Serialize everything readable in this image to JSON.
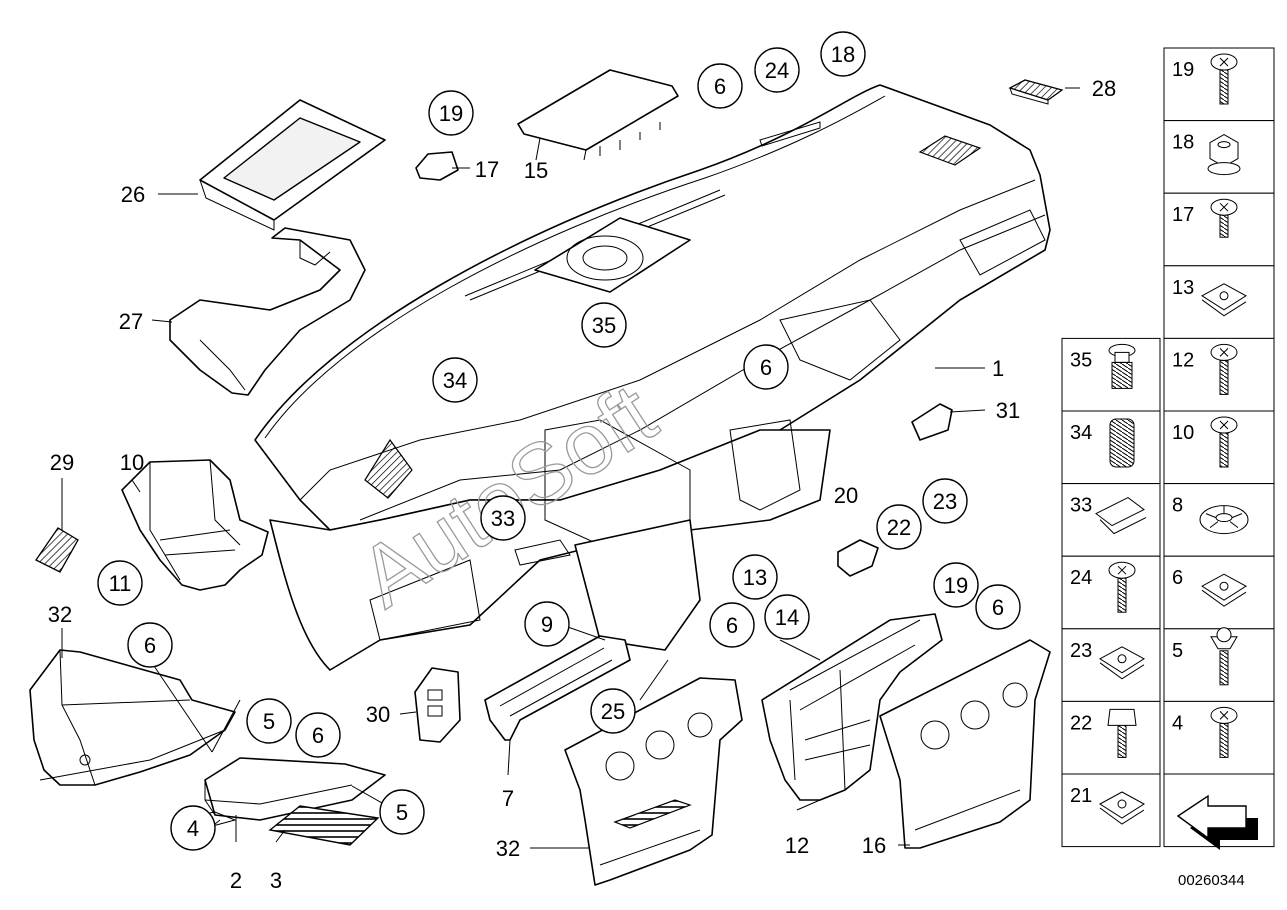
{
  "diagram_code": "00260344",
  "watermark": "AutoSoft",
  "callouts": [
    {
      "id": "c1",
      "text": "1",
      "circled": false
    },
    {
      "id": "c2",
      "text": "2",
      "circled": false
    },
    {
      "id": "c3",
      "text": "3",
      "circled": false
    },
    {
      "id": "c4",
      "text": "4",
      "circled": true
    },
    {
      "id": "c5a",
      "text": "5",
      "circled": true
    },
    {
      "id": "c5b",
      "text": "5",
      "circled": true
    },
    {
      "id": "c6a",
      "text": "6",
      "circled": true
    },
    {
      "id": "c6b",
      "text": "6",
      "circled": true
    },
    {
      "id": "c6c",
      "text": "6",
      "circled": true
    },
    {
      "id": "c6d",
      "text": "6",
      "circled": true
    },
    {
      "id": "c6e",
      "text": "6",
      "circled": true
    },
    {
      "id": "c6f",
      "text": "6",
      "circled": true
    },
    {
      "id": "c7",
      "text": "7",
      "circled": false
    },
    {
      "id": "c8",
      "text": "8",
      "circled": true
    },
    {
      "id": "c9",
      "text": "9",
      "circled": false
    },
    {
      "id": "c10",
      "text": "10",
      "circled": true
    },
    {
      "id": "c11",
      "text": "11",
      "circled": false
    },
    {
      "id": "c12",
      "text": "12",
      "circled": true
    },
    {
      "id": "c13",
      "text": "13",
      "circled": true
    },
    {
      "id": "c14",
      "text": "14",
      "circled": false
    },
    {
      "id": "c15",
      "text": "15",
      "circled": false
    },
    {
      "id": "c16",
      "text": "16",
      "circled": false
    },
    {
      "id": "c17",
      "text": "17",
      "circled": true
    },
    {
      "id": "c18",
      "text": "18",
      "circled": true
    },
    {
      "id": "c19",
      "text": "19",
      "circled": true
    },
    {
      "id": "c20",
      "text": "20",
      "circled": false
    },
    {
      "id": "c21",
      "text": "21",
      "circled": true
    },
    {
      "id": "c22",
      "text": "22",
      "circled": true
    },
    {
      "id": "c23",
      "text": "23",
      "circled": true
    },
    {
      "id": "c24",
      "text": "24",
      "circled": true
    },
    {
      "id": "c25",
      "text": "25",
      "circled": false
    },
    {
      "id": "c26",
      "text": "26",
      "circled": false
    },
    {
      "id": "c27",
      "text": "27",
      "circled": false
    },
    {
      "id": "c28",
      "text": "28",
      "circled": false
    },
    {
      "id": "c29",
      "text": "29",
      "circled": false
    },
    {
      "id": "c30",
      "text": "30",
      "circled": false
    },
    {
      "id": "c31",
      "text": "31",
      "circled": false
    },
    {
      "id": "c32",
      "text": "32",
      "circled": false
    },
    {
      "id": "c33",
      "text": "33",
      "circled": true
    },
    {
      "id": "c34",
      "text": "34",
      "circled": true
    },
    {
      "id": "c35",
      "text": "35",
      "circled": true
    }
  ],
  "hardware_table": [
    {
      "left": {
        "label": "",
        "icon": "empty"
      },
      "right": {
        "label": "19",
        "icon": "screw-pan-head-icon"
      }
    },
    {
      "left": {
        "label": "",
        "icon": "empty"
      },
      "right": {
        "label": "18",
        "icon": "hex-collar-nut-icon"
      }
    },
    {
      "left": {
        "label": "",
        "icon": "empty"
      },
      "right": {
        "label": "17",
        "icon": "collar-bolt-icon"
      }
    },
    {
      "left": {
        "label": "",
        "icon": "empty"
      },
      "right": {
        "label": "13",
        "icon": "speed-nut-icon"
      }
    },
    {
      "left": {
        "label": "35",
        "icon": "expanding-rivet-icon"
      },
      "right": {
        "label": "12",
        "icon": "screw-pan-head-icon"
      }
    },
    {
      "left": {
        "label": "34",
        "icon": "plastic-nut-icon"
      },
      "right": {
        "label": "10",
        "icon": "screw-washer-head-icon"
      }
    },
    {
      "left": {
        "label": "33",
        "icon": "spring-clip-icon"
      },
      "right": {
        "label": "8",
        "icon": "push-nut-icon"
      }
    },
    {
      "left": {
        "label": "24",
        "icon": "screw-washer-head-icon"
      },
      "right": {
        "label": "6",
        "icon": "clip-nut-icon"
      }
    },
    {
      "left": {
        "label": "23",
        "icon": "speed-nut-icon"
      },
      "right": {
        "label": "5",
        "icon": "countersunk-screw-icon"
      }
    },
    {
      "left": {
        "label": "22",
        "icon": "hex-bolt-icon"
      },
      "right": {
        "label": "4",
        "icon": "screw-pan-head-icon"
      }
    },
    {
      "left": {
        "label": "21",
        "icon": "speed-nut-icon"
      },
      "right": {
        "label": "",
        "icon": "arrow-3d-icon"
      }
    }
  ]
}
